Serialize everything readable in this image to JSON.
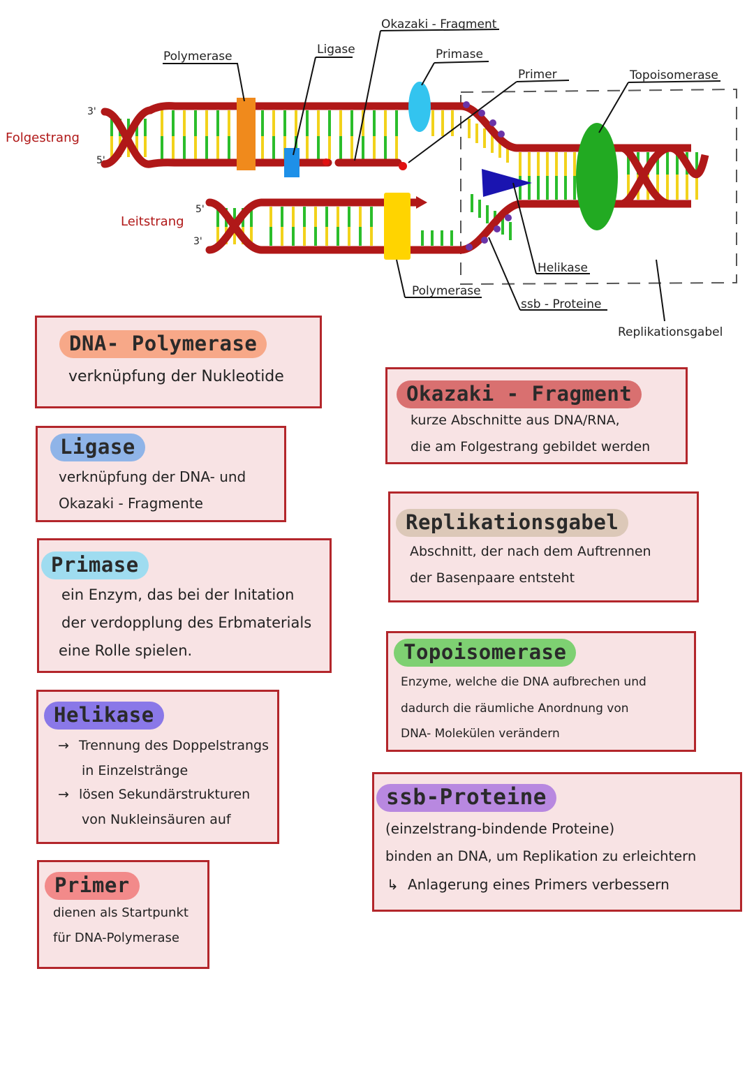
{
  "diagram": {
    "labels": {
      "folgestrang": "Folgestrang",
      "leitstrang": "Leitstrang",
      "polymerase_top": "Polymerase",
      "ligase": "Ligase",
      "okazaki": "Okazaki - Fragment",
      "primase": "Primase",
      "primer": "Primer",
      "topoisomerase": "Topoisomerase",
      "helikase": "Helikase",
      "ssb": "ssb - Proteine",
      "polymerase_bottom": "Polymerase",
      "replikationsgabel": "Replikationsgabel",
      "p3_top": "3'",
      "p5_top": "5'",
      "p5_bottom": "5'",
      "p3_bottom": "3'"
    },
    "colors": {
      "backbone": "#b01818",
      "base_yellow": "#f2d21b",
      "base_green": "#2bbd2b",
      "polymerase": "#f08a1c",
      "polymerase_lead": "#ffd400",
      "ligase": "#1e90e8",
      "primase": "#33c4ef",
      "topoisomerase": "#22aa22",
      "helikase": "#1a14b0",
      "ssb": "#6a34a8"
    }
  },
  "cards": {
    "polymerase": {
      "title": "DNA- Polymerase",
      "color": "#f7a888",
      "lines": [
        "verknüpfung der Nukleotide"
      ]
    },
    "ligase": {
      "title": "Ligase",
      "color": "#8fb4e8",
      "lines": [
        "verknüpfung der DNA- und",
        "Okazaki - Fragmente"
      ]
    },
    "primase": {
      "title": "Primase",
      "color": "#9fdcf0",
      "lines": [
        "ein Enzym, das bei der Initation",
        "der verdopplung des Erbmaterials",
        "eine Rolle spielen."
      ]
    },
    "helikase": {
      "title": "Helikase",
      "color": "#8a78e8",
      "arrow": "→",
      "lines": [
        "Trennung des Doppelstrangs",
        "in Einzelstränge",
        "lösen Sekundärstrukturen",
        "von Nukleinsäuren auf"
      ]
    },
    "primer": {
      "title": "Primer",
      "color": "#f28a8a",
      "lines": [
        "dienen als Startpunkt",
        "für DNA-Polymerase"
      ]
    },
    "okazaki": {
      "title": "Okazaki - Fragment",
      "color": "#d97070",
      "lines": [
        "kurze Abschnitte aus DNA/RNA,",
        "die am Folgestrang gebildet werden"
      ]
    },
    "gabel": {
      "title": "Replikationsgabel",
      "color": "#dcc8b8",
      "lines": [
        "Abschnitt, der nach dem Auftrennen",
        "der Basenpaare entsteht"
      ]
    },
    "topo": {
      "title": "Topoisomerase",
      "color": "#7ed072",
      "lines": [
        "Enzyme, welche die DNA aufbrechen und",
        "dadurch die räumliche Anordnung von",
        "DNA- Molekülen verändern"
      ]
    },
    "ssb": {
      "title": "ssb-Proteine",
      "color": "#b888e0",
      "arrow": "↳",
      "lines": [
        "(einzelstrang-bindende Proteine)",
        "binden an DNA, um Replikation zu erleichtern",
        "Anlagerung eines Primers verbessern"
      ]
    }
  }
}
